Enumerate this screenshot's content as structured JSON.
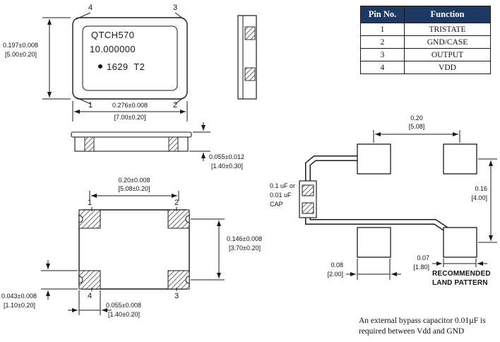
{
  "top_view": {
    "pin_top_left": "4",
    "pin_top_right": "3",
    "pin_bottom_left": "1",
    "pin_bottom_right": "2",
    "marking_line1": "QTCH570",
    "marking_line2": "10.000000",
    "marking_line3": "1629  T2",
    "dim_height_in": "0.197±0.008",
    "dim_height_mm": "[5.00±0.20]",
    "dim_width_in": "0.276±0.008",
    "dim_width_mm": "[7.00±0.20]"
  },
  "side_view": {
    "dim_thickness_in": "0.055±0.012",
    "dim_thickness_mm": "[1.40±0.30]"
  },
  "bottom_view": {
    "pin_top_left": "1",
    "pin_top_right": "2",
    "pin_bottom_left": "4",
    "pin_bottom_right": "3",
    "dim_pitch_x_in": "0.20±0.008",
    "dim_pitch_x_mm": "[5.08±0.20]",
    "dim_pitch_y_in": "0.146±0.008",
    "dim_pitch_y_mm": "[3.70±0.20]",
    "dim_pad_height_in": "0.043±0.008",
    "dim_pad_height_mm": "[1.10±0.20]",
    "dim_pad_width_in": "0.055±0.008",
    "dim_pad_width_mm": "[1.40±0.20]"
  },
  "pin_table": {
    "header_pin": "Pin No.",
    "header_function": "Function",
    "rows": [
      {
        "pin": "1",
        "function": "TRISTATE"
      },
      {
        "pin": "2",
        "function": "GND/CASE"
      },
      {
        "pin": "3",
        "function": "OUTPUT"
      },
      {
        "pin": "4",
        "function": "VDD"
      }
    ]
  },
  "land_pattern": {
    "cap_label_line1": "0.1 uF or",
    "cap_label_line2": "0.01 uF",
    "cap_label_line3": "CAP",
    "dim_pitch_x_in": "0.20",
    "dim_pitch_x_mm": "[5.08]",
    "dim_pitch_y_in": "0.16",
    "dim_pitch_y_mm": "[4.00]",
    "dim_pad1_in": "0.08",
    "dim_pad1_mm": "[2.00]",
    "dim_pad2_in": "0.07",
    "dim_pad2_mm": "[1.80]",
    "title_line1": "RECOMMENDED",
    "title_line2": "LAND PATTERN"
  },
  "note": {
    "line1": "An external bypass capacitor 0.01µF is",
    "line2": "required between Vdd and GND"
  },
  "colors": {
    "table_header_bg": "#1F3864",
    "table_header_fg": "#FFFFFF",
    "line_color": "#1A1A1A"
  }
}
